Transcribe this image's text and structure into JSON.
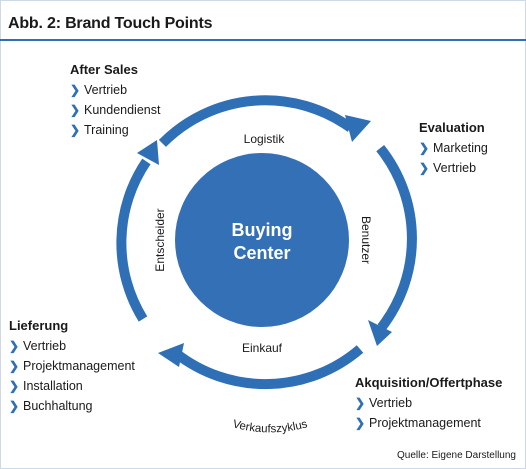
{
  "title": "Abb. 2: Brand Touch Points",
  "center": {
    "line1": "Buying",
    "line2": "Center"
  },
  "ring_labels": {
    "top": "Logistik",
    "right": "Benutzer",
    "bottom": "Einkauf",
    "left": "Entscheider",
    "cycle": "Verkaufszyklus"
  },
  "blocks": {
    "after_sales": {
      "title": "After Sales",
      "items": [
        "Vertrieb",
        "Kundendienst",
        "Training"
      ]
    },
    "evaluation": {
      "title": "Evaluation",
      "items": [
        "Marketing",
        "Vertrieb"
      ]
    },
    "lieferung": {
      "title": "Lieferung",
      "items": [
        "Vertrieb",
        "Projektmanagement",
        "Installation",
        "Buchhaltung"
      ]
    },
    "akquisition": {
      "title": "Akquisition/Offertphase",
      "items": [
        "Vertrieb",
        "Projektmanagement"
      ]
    }
  },
  "source": "Quelle: Eigene Darstellung",
  "colors": {
    "accent": "#2f6fb5",
    "circle": "#3470b6",
    "text": "#1a1a1a"
  }
}
